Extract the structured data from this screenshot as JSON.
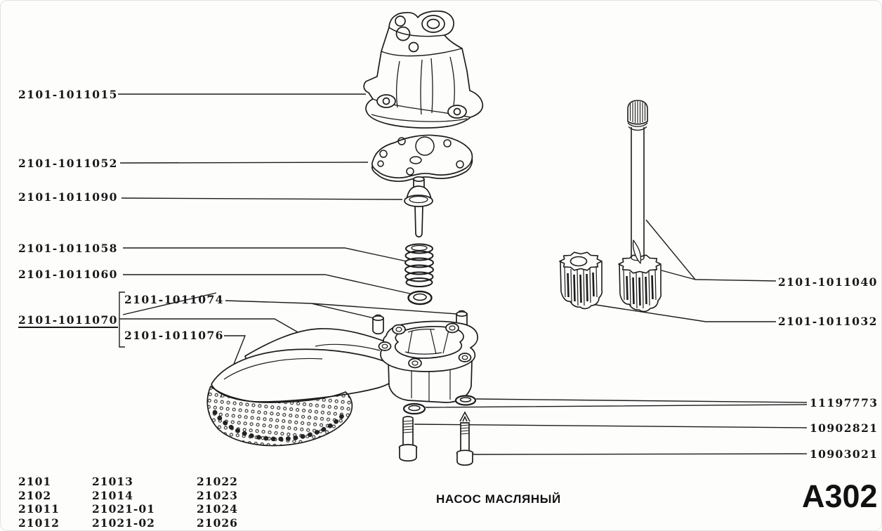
{
  "page": {
    "caption": "НАСОС МАСЛЯНЫЙ",
    "code": "А302"
  },
  "part_labels": {
    "left": [
      {
        "part": "pump-cover",
        "text": "2101-1011015"
      },
      {
        "part": "gasket",
        "text": "2101-1011052"
      },
      {
        "part": "relief-valve",
        "text": "2101-1011090"
      },
      {
        "part": "valve-spring",
        "text": "2101-1011058"
      },
      {
        "part": "valve-washer",
        "text": "2101-1011060"
      },
      {
        "part": "pump-assembly",
        "text": "2101-1011070"
      }
    ],
    "bracket_group": [
      {
        "part": "dowel-pins",
        "text": "2101-1011074"
      },
      {
        "part": "oil-pickup-strainer",
        "text": "2101-1011076"
      }
    ],
    "right": [
      {
        "part": "drive-gear-shaft",
        "text": "2101-1011040"
      },
      {
        "part": "driven-gear",
        "text": "2101-1011032"
      },
      {
        "part": "flat-washers",
        "text": "11197773"
      },
      {
        "part": "bolt-long",
        "text": "10902821"
      },
      {
        "part": "bolt-short",
        "text": "10903021"
      }
    ]
  },
  "model_table": {
    "columns": [
      [
        "2101",
        "2102",
        "21011",
        "21012"
      ],
      [
        "21013",
        "21014",
        "21021-01",
        "21021-02"
      ],
      [
        "21022",
        "21023",
        "21024",
        "21026"
      ]
    ]
  }
}
